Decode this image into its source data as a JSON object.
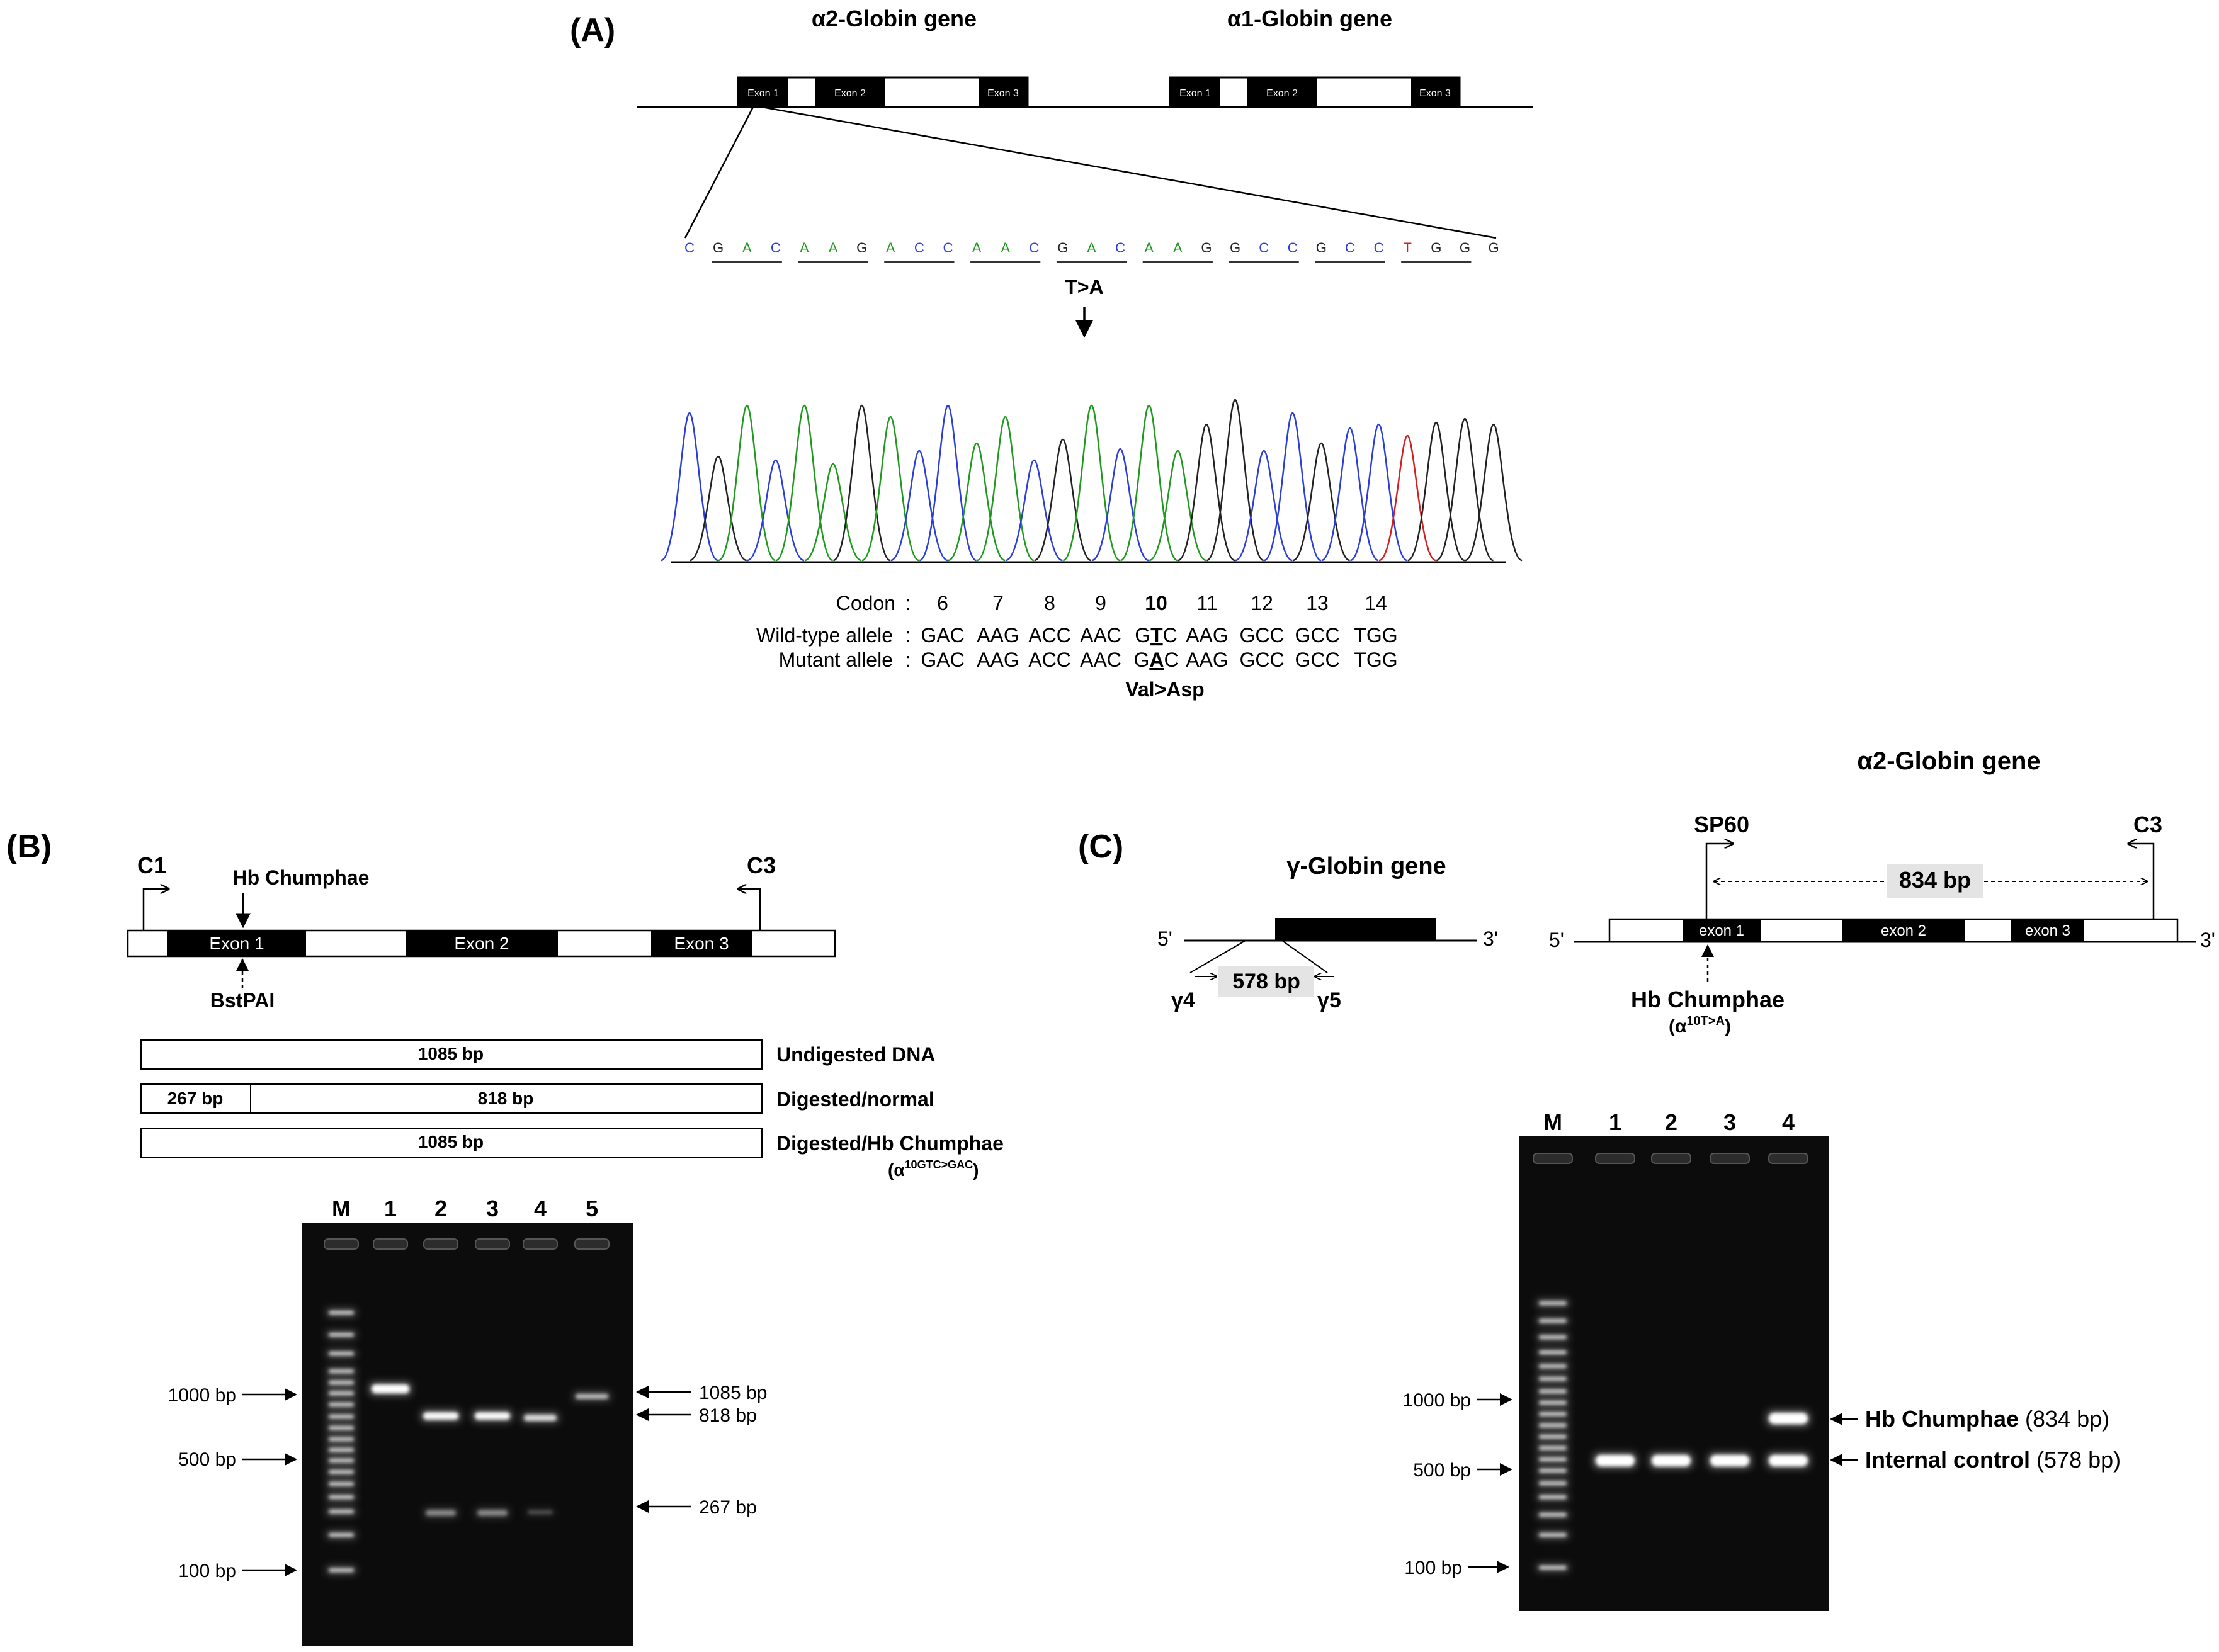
{
  "panelA": {
    "label": "(A)",
    "gene_a2": "α2-Globin gene",
    "gene_a1": "α1-Globin gene",
    "exon1": "Exon 1",
    "exon2": "Exon 2",
    "exon3": "Exon 3",
    "sequence": [
      {
        "b": "C",
        "c": "#2b3fd8"
      },
      {
        "b": "G",
        "c": "#222222"
      },
      {
        "b": "A",
        "c": "#1f9a1f"
      },
      {
        "b": "C",
        "c": "#2b3fd8"
      },
      {
        "b": "A",
        "c": "#1f9a1f"
      },
      {
        "b": "A",
        "c": "#1f9a1f"
      },
      {
        "b": "G",
        "c": "#222222"
      },
      {
        "b": "A",
        "c": "#1f9a1f"
      },
      {
        "b": "C",
        "c": "#2b3fd8"
      },
      {
        "b": "C",
        "c": "#2b3fd8"
      },
      {
        "b": "A",
        "c": "#1f9a1f"
      },
      {
        "b": "A",
        "c": "#1f9a1f"
      },
      {
        "b": "C",
        "c": "#2b3fd8"
      },
      {
        "b": "G",
        "c": "#222222"
      },
      {
        "b": "A",
        "c": "#1f9a1f"
      },
      {
        "b": "C",
        "c": "#2b3fd8"
      },
      {
        "b": "A",
        "c": "#1f9a1f"
      },
      {
        "b": "A",
        "c": "#1f9a1f"
      },
      {
        "b": "G",
        "c": "#222222"
      },
      {
        "b": "G",
        "c": "#222222"
      },
      {
        "b": "C",
        "c": "#2b3fd8"
      },
      {
        "b": "C",
        "c": "#2b3fd8"
      },
      {
        "b": "G",
        "c": "#222222"
      },
      {
        "b": "C",
        "c": "#2b3fd8"
      },
      {
        "b": "C",
        "c": "#2b3fd8"
      },
      {
        "b": "T",
        "c": "#d42020"
      },
      {
        "b": "G",
        "c": "#222222"
      },
      {
        "b": "G",
        "c": "#222222"
      },
      {
        "b": "G",
        "c": "#222222"
      }
    ],
    "mutation_label": "T>A",
    "codon_label": "Codon",
    "colon": ":",
    "codons": [
      "6",
      "7",
      "8",
      "9",
      "10",
      "11",
      "12",
      "13",
      "14"
    ],
    "wt_label": "Wild-type allele",
    "mut_label": "Mutant allele",
    "wt_codons": [
      "GAC",
      "AAG",
      "ACC",
      "AAC",
      "GTC",
      "AAG",
      "GCC",
      "GCC",
      "TGG"
    ],
    "mut_codons": [
      "GAC",
      "AAG",
      "ACC",
      "AAC",
      "GAC",
      "AAG",
      "GCC",
      "GCC",
      "TGG"
    ],
    "aa_change": "Val>Asp"
  },
  "panelB": {
    "label": "(B)",
    "primer_c1": "C1",
    "primer_c3": "C3",
    "hb_label": "Hb Chumphae",
    "enzyme": "BstPAI",
    "exon1": "Exon 1",
    "exon2": "Exon 2",
    "exon3": "Exon 3",
    "frag_1085": "1085 bp",
    "frag_267": "267 bp",
    "frag_818": "818 bp",
    "undigested": "Undigested DNA",
    "digested_normal": "Digested/normal",
    "digested_hb": "Digested/Hb Chumphae",
    "digested_hb_sub_open": "(α",
    "digested_hb_sup": "10GTC>GAC",
    "digested_hb_sub_close": ")",
    "lanes": [
      "M",
      "1",
      "2",
      "3",
      "4",
      "5"
    ],
    "left_markers": [
      "1000 bp",
      "500 bp",
      "100 bp"
    ],
    "right_markers": [
      "1085 bp",
      "818 bp",
      "267 bp"
    ]
  },
  "panelC": {
    "label": "(C)",
    "gamma_title": "γ-Globin gene",
    "five_prime": "5'",
    "three_prime": "3'",
    "gamma_product": "578 bp",
    "primer_g4": "γ4",
    "primer_g5": "γ5",
    "a2_title": "α2-Globin gene",
    "primer_sp60": "SP60",
    "primer_c3": "C3",
    "product_834": "834 bp",
    "exon1": "exon 1",
    "exon2": "exon 2",
    "exon3": "exon 3",
    "hb_label": "Hb Chumphae",
    "hb_sub_open": "(α",
    "hb_sup": "10T>A",
    "hb_sub_close": ")",
    "lanes": [
      "M",
      "1",
      "2",
      "3",
      "4"
    ],
    "left_markers": [
      "1000 bp",
      "500 bp",
      "100 bp"
    ],
    "right_hb_bold": "Hb Chumphae",
    "right_hb_rest": " (834 bp)",
    "right_ic_bold": "Internal control",
    "right_ic_rest": " (578 bp)"
  }
}
